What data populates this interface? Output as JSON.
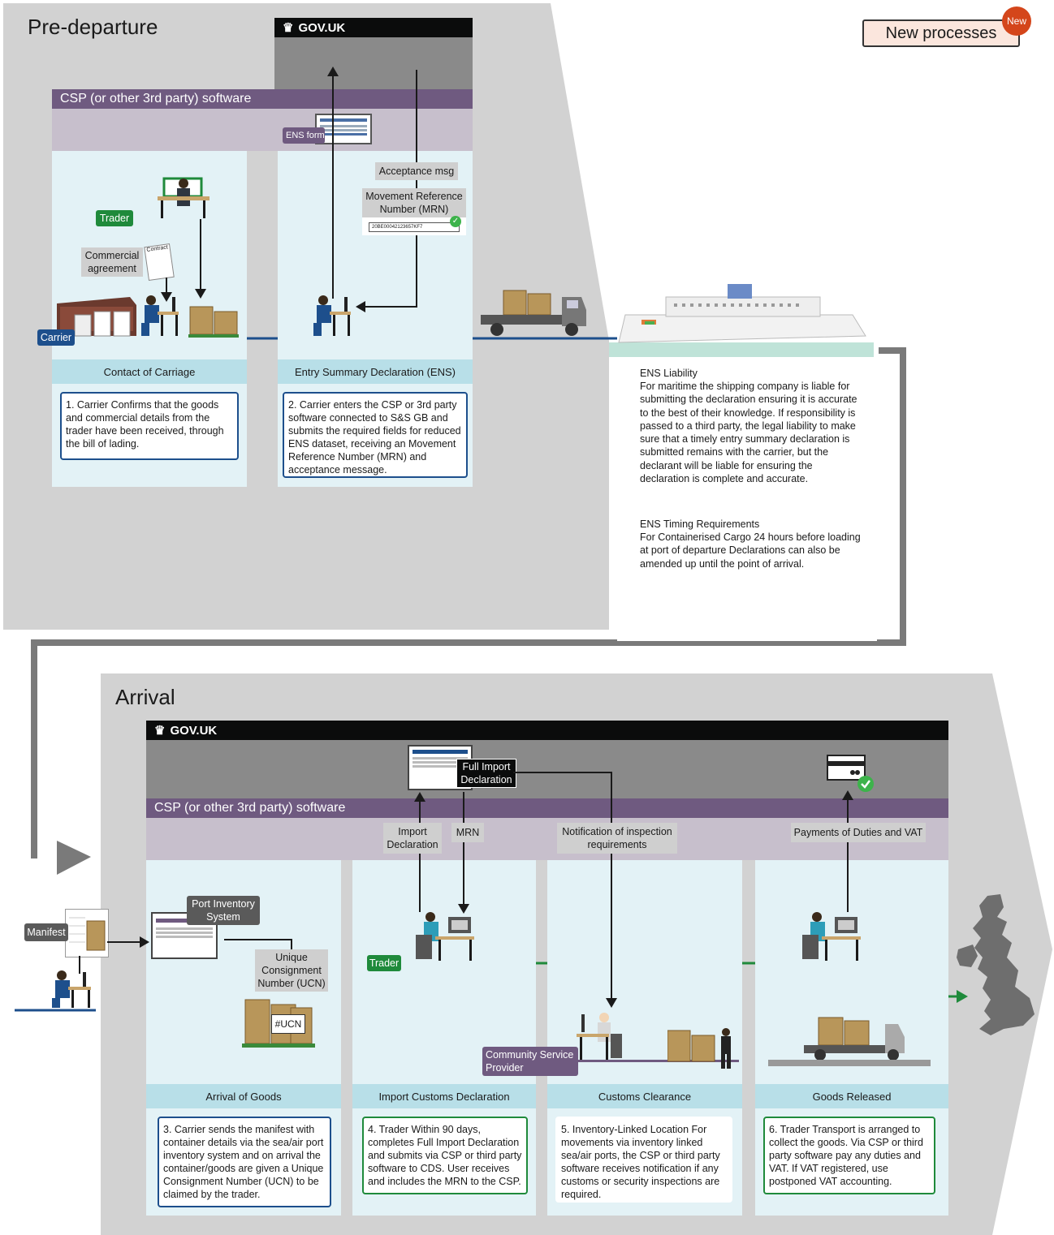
{
  "legend": {
    "label": "New processes",
    "badge": "New"
  },
  "pre": {
    "title": "Pre-departure",
    "gov": "GOV.UK",
    "csp": "CSP (or other 3rd party) software",
    "ens_form": "ENS form",
    "acceptance": "Acceptance msg",
    "mrn_title": "Movement Reference Number (MRN)",
    "mrn_code": "20BE00042123657KF7",
    "trader": "Trader",
    "commercial": "Commercial agreement",
    "contract": "Contract",
    "carrier": "Carrier",
    "stage1": "Contact of Carriage",
    "stage2": "Entry Summary Declaration (ENS)",
    "desc1": "1. Carrier Confirms that the goods and commercial details from the trader have been received, through the bill  of lading.",
    "desc2": "2. Carrier enters the CSP or 3rd party software connected to S&S GB and submits the required fields for reduced ENS dataset, receiving an Movement Reference Number (MRN) and acceptance message.",
    "ens_liability_title": "ENS Liability",
    "ens_liability": "For maritime the shipping company is liable for submitting the declaration ensuring it is accurate to the best of their knowledge. If responsibility is passed to a third party, the legal liability to make sure that a timely entry summary declaration is submitted remains with the carrier, but the declarant will be liable for ensuring the declaration is complete and accurate.",
    "ens_timing_title": "ENS Timing Requirements",
    "ens_timing": "For Containerised Cargo 24 hours before loading at port of departure Declarations can also be amended up until the point of arrival."
  },
  "arr": {
    "title": "Arrival",
    "gov": "GOV.UK",
    "csp": "CSP (or other 3rd party) software",
    "fid": "Full Import Declaration",
    "import_decl": "Import Declaration",
    "mrn": "MRN",
    "notification": "Notification of inspection requirements",
    "payments": "Payments of Duties and VAT",
    "manifest": "Manifest",
    "port_inventory": "Port Inventory System",
    "ucn": "Unique Consignment Number (UCN)",
    "ucn_tag": "#UCN",
    "trader": "Trader",
    "csp_provider": "Community Service Provider",
    "stage3": "Arrival of Goods",
    "stage4": "Import Customs Declaration",
    "stage5": "Customs Clearance",
    "stage6": "Goods Released",
    "desc3": "3. Carrier sends the manifest with container details via the sea/air port inventory system and on arrival the container/goods are given a Unique Consignment Number (UCN) to be claimed by the trader.",
    "desc4": "4. Trader Within 90 days, completes Full Import Declaration and submits via CSP or third party software to CDS. User receives and includes the MRN to the CSP.",
    "desc5": "5. Inventory-Linked Location For movements via inventory linked sea/air ports, the CSP or third party software receives notification if any customs or security inspections are required.",
    "desc6": "6. Trader Transport is arranged to collect the goods. Via CSP or third party software pay any duties and VAT. If VAT registered, use postponed VAT accounting."
  }
}
